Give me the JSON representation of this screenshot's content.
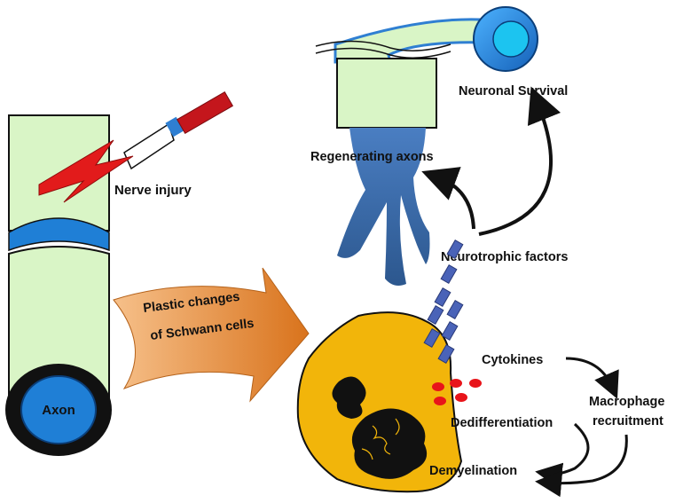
{
  "labels": {
    "nerve_injury": "Nerve injury",
    "axon": "Axon",
    "plastic_line1": "Plastic changes",
    "plastic_line2": "of Schwann cells",
    "neuronal_survival": "Neuronal Survival",
    "regenerating_axons": "Regenerating axons",
    "neurotrophic_factors": "Neurotrophic factors",
    "cytokines": "Cytokines",
    "macrophage_line1": "Macrophage",
    "macrophage_line2": "recruitment",
    "dedifferentiation": "Dedifferentiation",
    "demyelination": "Demyelination"
  },
  "colors": {
    "nerve_fill": "#d9f5c6",
    "axon_blue": "#1f7fd6",
    "cell_yellow": "#f2b50a",
    "arrow_orange": "#e0852a",
    "regen_blue": "#3a6aa8",
    "knife_red": "#c4161c",
    "dots_red": "#e8141a"
  }
}
